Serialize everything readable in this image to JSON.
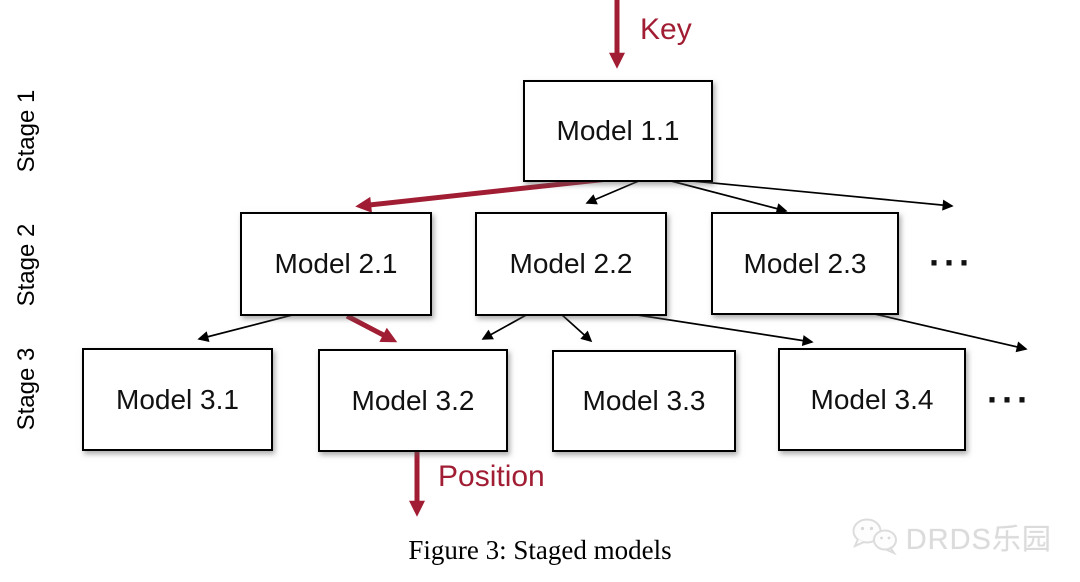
{
  "diagram": {
    "stages": [
      {
        "label": "Stage 1",
        "nodes": [
          {
            "label": "Model 1.1"
          }
        ]
      },
      {
        "label": "Stage 2",
        "nodes": [
          {
            "label": "Model 2.1"
          },
          {
            "label": "Model 2.2"
          },
          {
            "label": "Model 2.3"
          }
        ],
        "ellipsis": "···"
      },
      {
        "label": "Stage 3",
        "nodes": [
          {
            "label": "Model 3.1"
          },
          {
            "label": "Model 3.2"
          },
          {
            "label": "Model 3.3"
          },
          {
            "label": "Model 3.4"
          }
        ],
        "ellipsis": "···"
      }
    ],
    "annotations": {
      "key": "Key",
      "position": "Position"
    },
    "colors": {
      "arrow_red": "#A11D33",
      "arrow_black": "#000000",
      "node_fill": "#FFFFFF",
      "node_border": "#000000"
    }
  },
  "caption": "Figure 3: Staged models",
  "watermark": {
    "icon": "wechat-icon",
    "text": "DRDS乐园",
    "color": "#DBDBDB"
  }
}
